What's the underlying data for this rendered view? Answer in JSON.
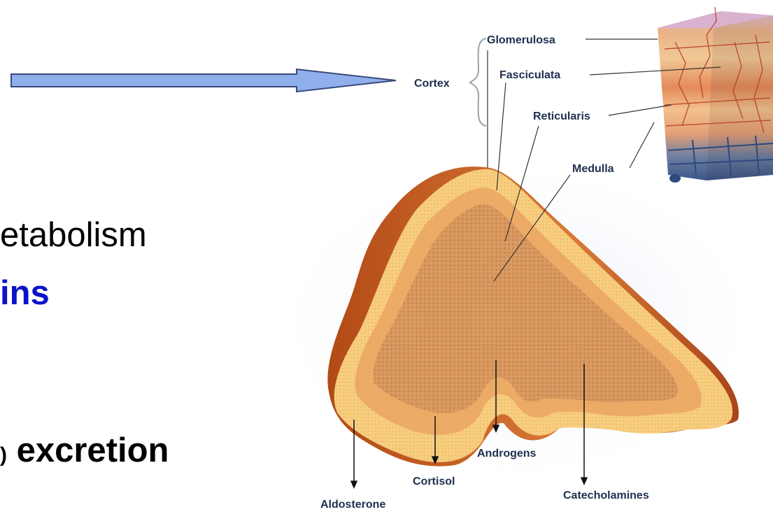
{
  "slide": {
    "line1": "etabolism",
    "line2": "ins",
    "line3_small": ")",
    "line3": " excretion"
  },
  "diagram": {
    "cortex_label": "Cortex",
    "zones": {
      "glomerulosa": "Glomerulosa",
      "fasciculata": "Fasciculata",
      "reticularis": "Reticularis",
      "medulla": "Medulla"
    },
    "hormones": {
      "aldosterone": "Aldosterone",
      "cortisol": "Cortisol",
      "androgens": "Androgens",
      "catecholamines": "Catecholamines"
    },
    "colors": {
      "arrow_fill": "#8fb0ec",
      "arrow_stroke": "#3a4a7a",
      "capsule": "#c0581e",
      "cortex_outer": "#f6c873",
      "cortex_inner": "#f0b665",
      "medulla": "#d9955a",
      "vessel": "#3b5a8a"
    }
  }
}
